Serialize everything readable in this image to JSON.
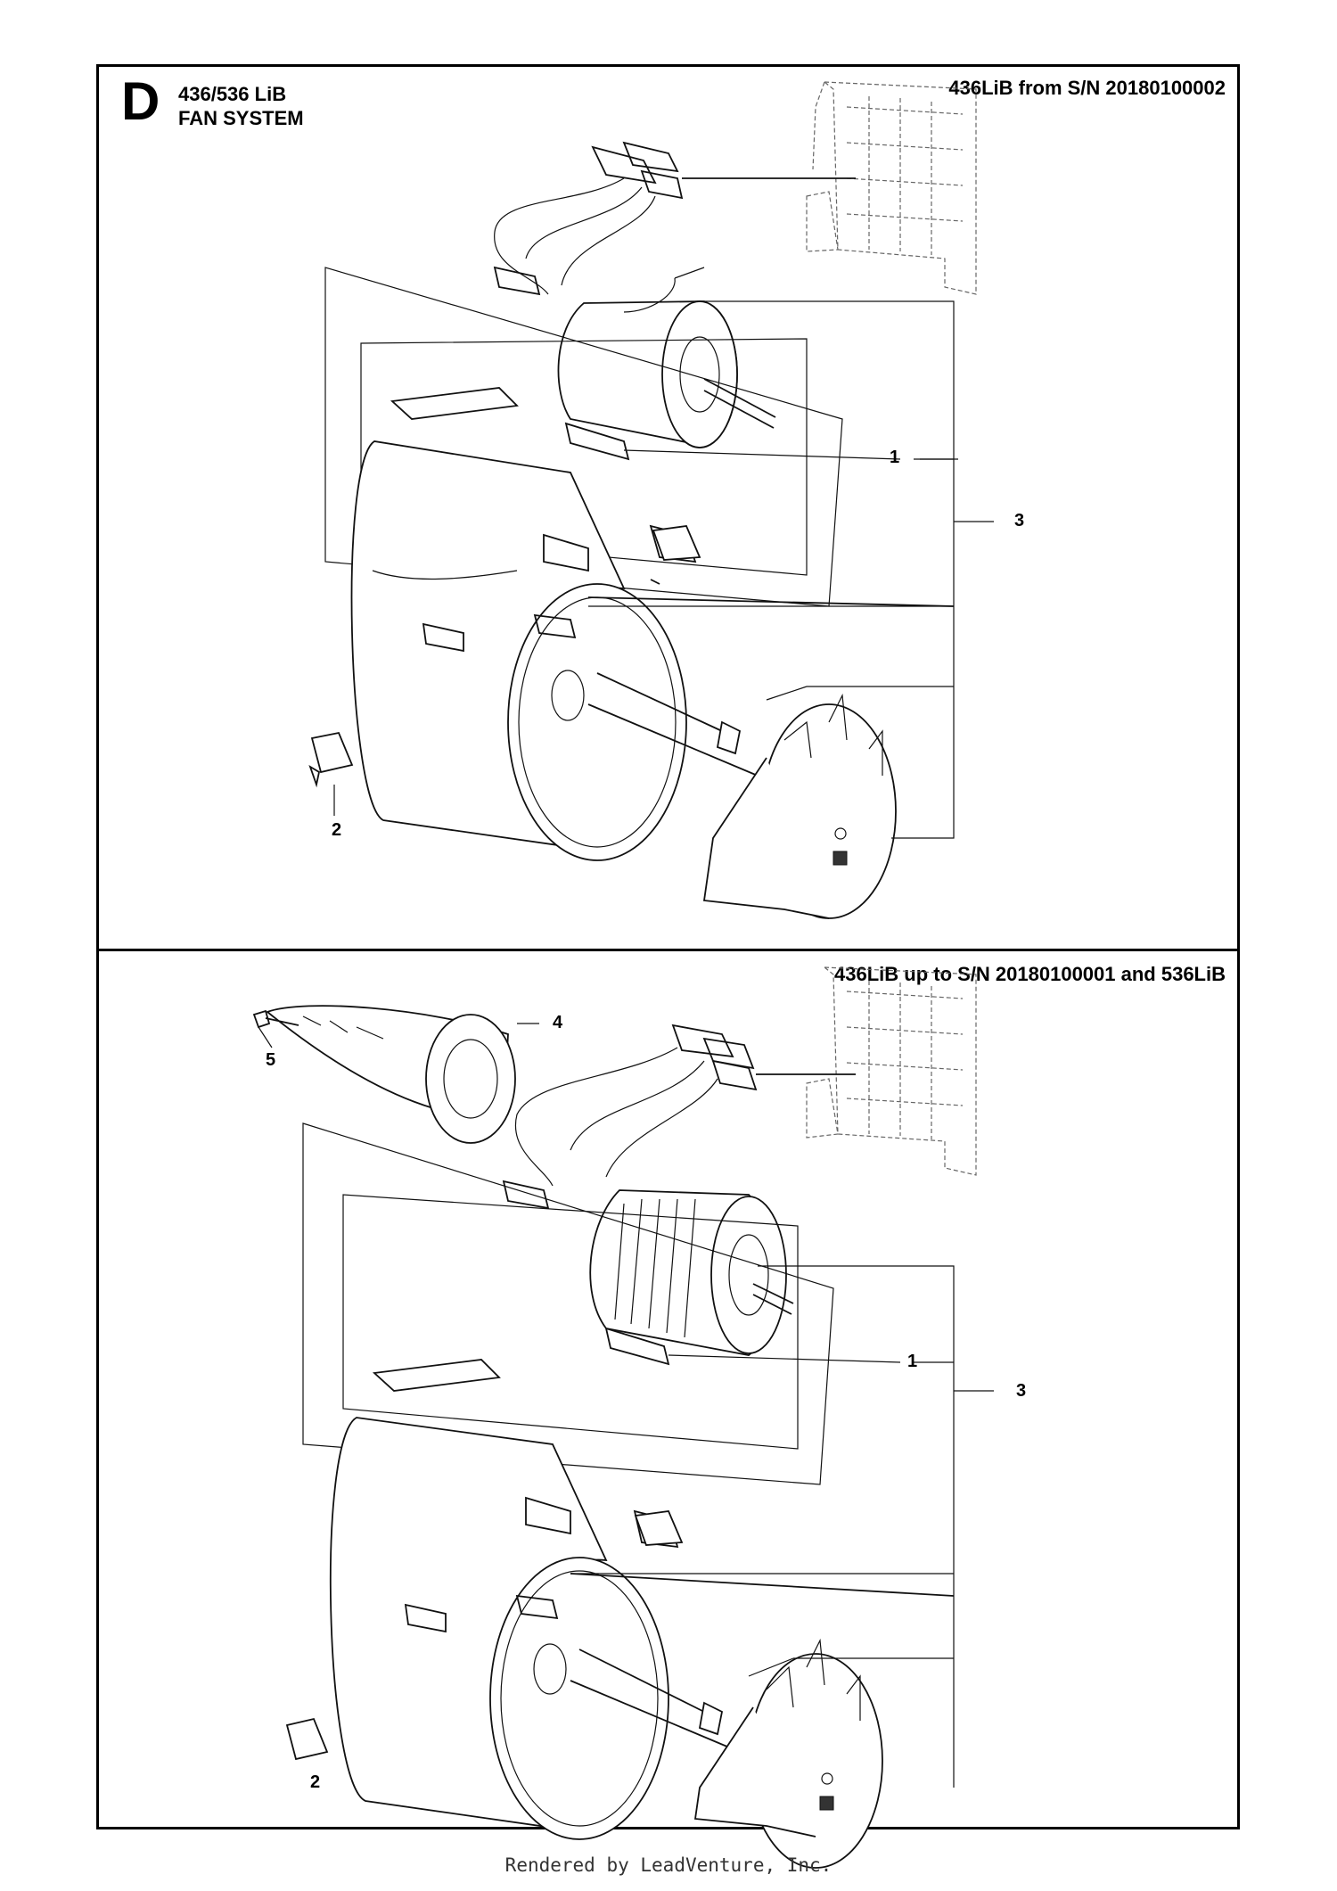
{
  "header": {
    "section_letter": "D",
    "model": "436/536 LiB",
    "system": "FAN SYSTEM"
  },
  "top_panel": {
    "serial_note": "436LiB from S/N 20180100002",
    "callouts": {
      "c1": "1",
      "c2": "2",
      "c3": "3"
    }
  },
  "bottom_panel": {
    "serial_note": "436LiB up to S/N 20180100001 and 536LiB",
    "callouts": {
      "c1": "1",
      "c2": "2",
      "c3": "3",
      "c4": "4",
      "c5": "5"
    }
  },
  "footer": {
    "text": "Rendered by LeadVenture, Inc."
  }
}
